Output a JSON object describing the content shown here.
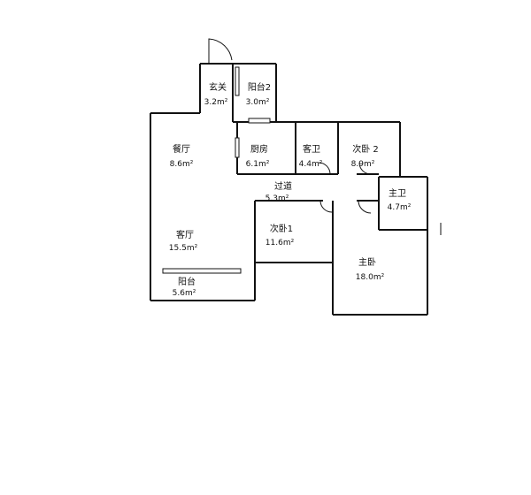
{
  "rooms": {
    "entrance": {
      "name": "玄关",
      "area": "3.2m²"
    },
    "balcony2": {
      "name": "阳台2",
      "area": "3.0m²"
    },
    "dining": {
      "name": "餐厅",
      "area": "8.6m²"
    },
    "kitchen": {
      "name": "厨房",
      "area": "6.1m²"
    },
    "guest_bath": {
      "name": "客卫",
      "area": "4.4m²"
    },
    "bedroom2": {
      "name": "次卧 2",
      "area": "8.9m²"
    },
    "corridor": {
      "name": "过道",
      "area": "5.3m²"
    },
    "master_bath": {
      "name": "主卫",
      "area": "4.7m²"
    },
    "bedroom1": {
      "name": "次卧1",
      "area": "11.6m²"
    },
    "living": {
      "name": "客厅",
      "area": "15.5m²"
    },
    "master_bedroom": {
      "name": "主卧",
      "area": "18.0m²"
    },
    "balcony": {
      "name": "阳台",
      "area": "5.6m²"
    }
  }
}
